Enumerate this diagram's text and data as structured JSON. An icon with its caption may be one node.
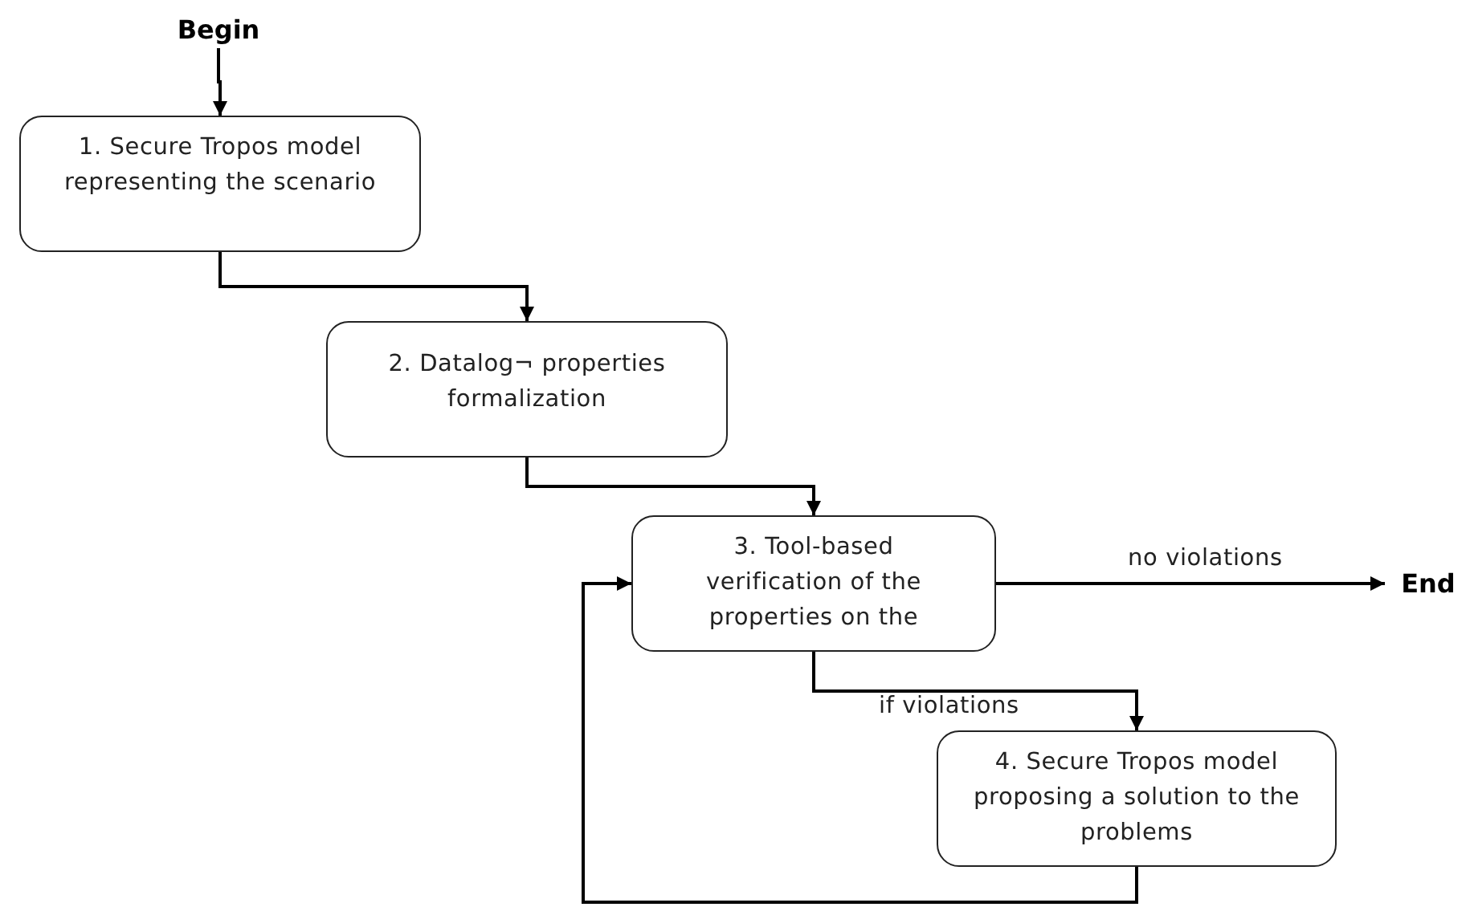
{
  "diagram": {
    "nodes": [
      {
        "text": [
          "Begin"
        ]
      },
      {
        "text": [
          "1. Secure Tropos model representing the scenario"
        ]
      },
      {
        "text": [
          "2. Datalog¬ properties formalization"
        ]
      },
      {
        "text": [
          "3. Tool-based verification of the properties on the"
        ]
      },
      {
        "text": [
          "End"
        ]
      },
      {
        "text": [
          "4. Secure Tropos model proposing a solution to the problems"
        ]
      }
    ],
    "edges": [
      {
        "from": 0,
        "to": 1,
        "arrow": "to"
      },
      {
        "from": 1,
        "to": 2,
        "arrow": "to"
      },
      {
        "from": 2,
        "to": 3,
        "arrow": "to"
      },
      {
        "from": 3,
        "to": 4,
        "arrow": "to",
        "label": "no violations"
      },
      {
        "from": 3,
        "to": 5,
        "arrow": "to",
        "label": "if violations"
      },
      {
        "from": 5,
        "to": 3,
        "arrow": "to"
      }
    ]
  }
}
